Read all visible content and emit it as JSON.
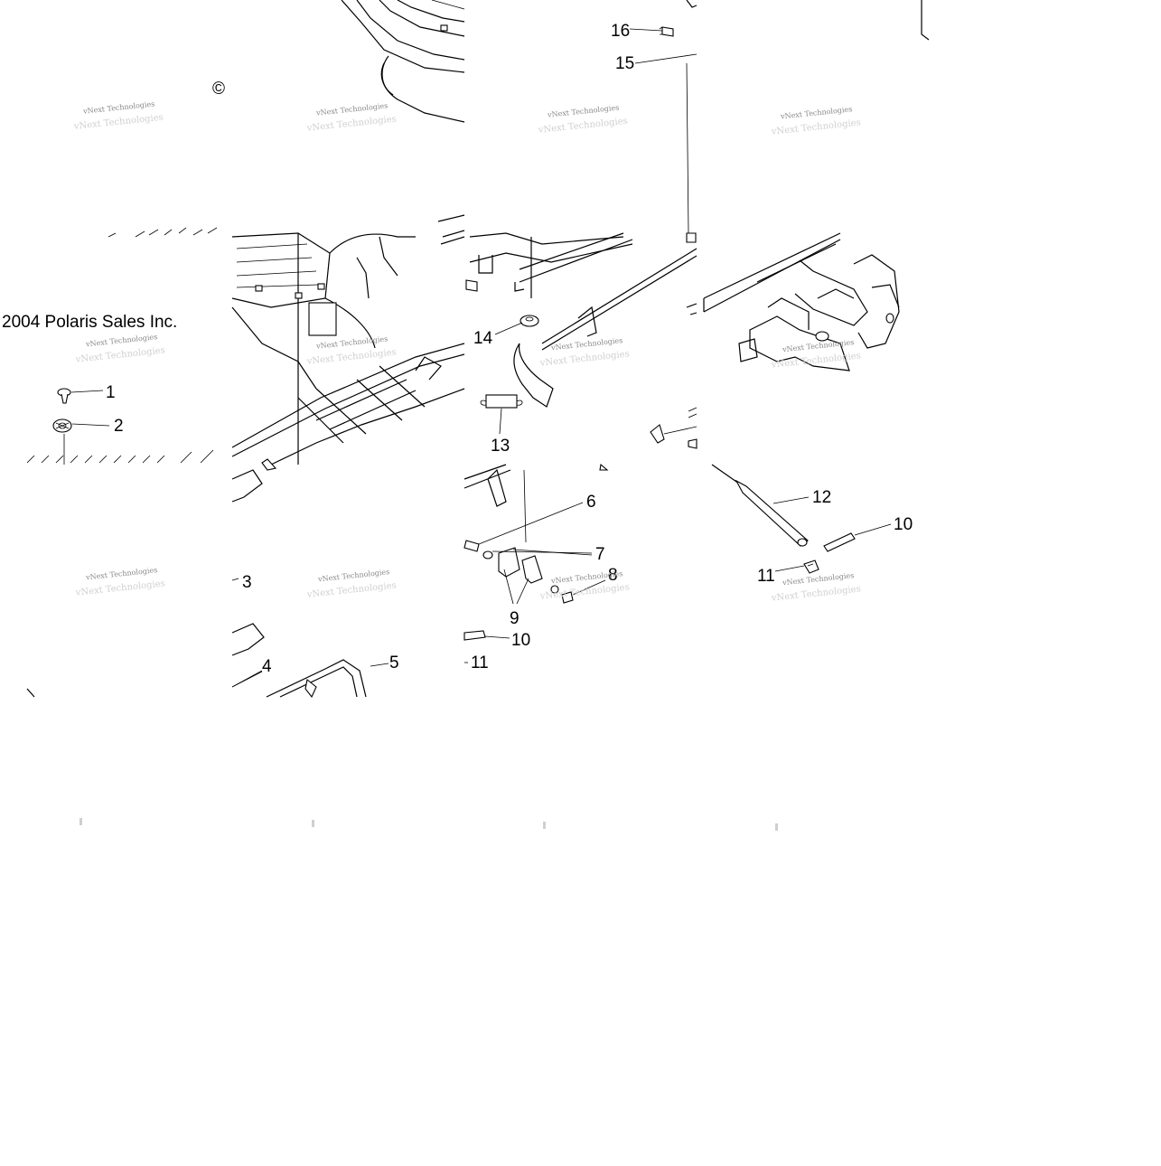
{
  "copyright": "©",
  "caption": "2004 Polaris Sales Inc.",
  "watermark": "vNext Technologies",
  "callouts": [
    "1",
    "2",
    "3",
    "4",
    "5",
    "6",
    "7",
    "8",
    "9",
    "10",
    "11",
    "12",
    "13",
    "14",
    "15",
    "16"
  ],
  "callout_10_second": "10",
  "callout_11_second": "11"
}
